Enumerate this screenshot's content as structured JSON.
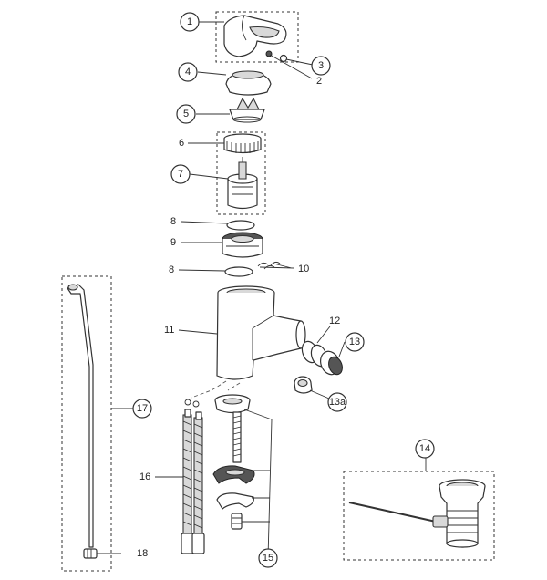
{
  "callouts": {
    "c1": "1",
    "c2": "2",
    "c3": "3",
    "c4": "4",
    "c5": "5",
    "c6": "6",
    "c7": "7",
    "c8a": "8",
    "c8b": "8",
    "c9": "9",
    "c10": "10",
    "c11": "11",
    "c12": "12",
    "c13": "13",
    "c13a": "13a",
    "c14": "14",
    "c15": "15",
    "c16": "16",
    "c17": "17",
    "c18": "18"
  },
  "colors": {
    "line": "#333333",
    "fill_light": "#d9d9d9",
    "fill_dark": "#555555"
  }
}
